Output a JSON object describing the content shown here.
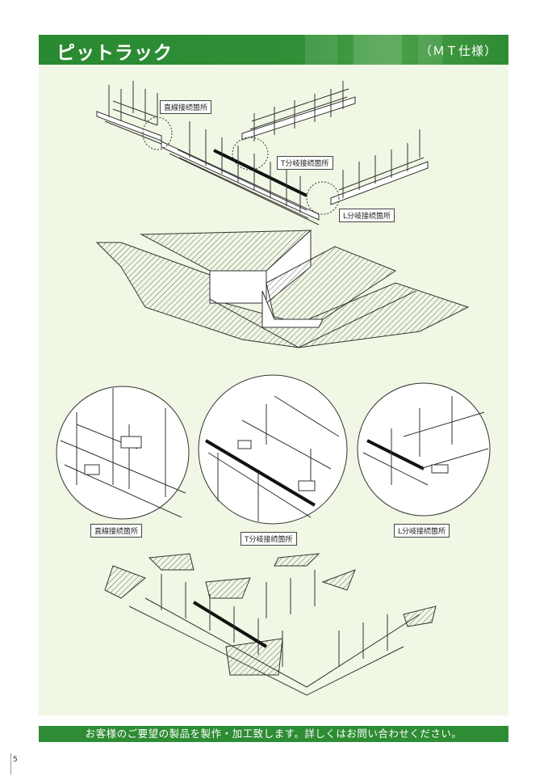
{
  "header": {
    "title": "ピットラック",
    "spec": "（ＭＴ仕様）"
  },
  "overview": {
    "label_straight": "直線接続箇所",
    "label_t": "T分岐接続箇所",
    "label_l": "L分岐接続箇所"
  },
  "details": {
    "label_straight": "直線接続箇所",
    "label_t": "T分岐接続箇所",
    "label_l": "L分岐接続箇所"
  },
  "footer": {
    "note": "お客様のご要望の製品を製作・加工致します。詳しくはお問い合わせください。"
  },
  "page": {
    "number": "5"
  },
  "colors": {
    "header_green": "#2e8c34",
    "content_bg": "#f0f7e4",
    "footer_green": "#2e8c34"
  }
}
